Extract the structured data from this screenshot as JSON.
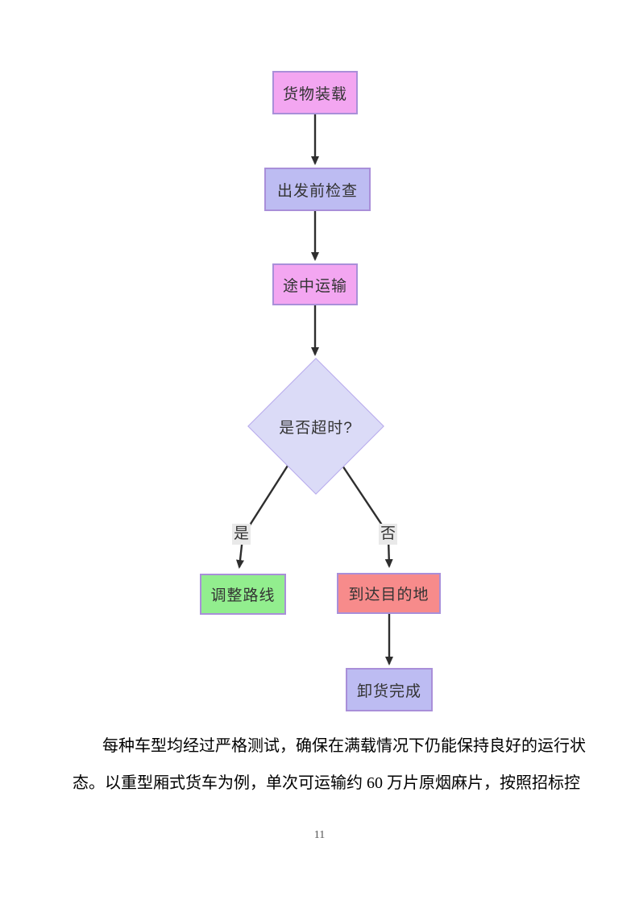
{
  "document": {
    "page_number": "11"
  },
  "flowchart": {
    "nodes": {
      "load": {
        "label": "货物装载",
        "fill": "#F3A6F1"
      },
      "check": {
        "label": "出发前检查",
        "fill": "#BDBCF2"
      },
      "transit": {
        "label": "途中运输",
        "fill": "#F3A6F1"
      },
      "decision": {
        "label": "是否超时?",
        "fill": "#DBDBF7"
      },
      "adjust": {
        "label": "调整路线",
        "fill": "#92EE8E"
      },
      "arrive": {
        "label": "到达目的地",
        "fill": "#F78B8B"
      },
      "unload": {
        "label": "卸货完成",
        "fill": "#BDBCF2"
      }
    },
    "edge_labels": {
      "yes": "是",
      "no": "否"
    },
    "colors": {
      "node_border": "#A98FD9",
      "decision_border": "#B6A8EC",
      "edge_line": "#2E2E2E",
      "edge_label_bg": "#E9E9E9",
      "node_text": "#333333"
    }
  },
  "paragraph": {
    "lines": [
      "每种车型均经过严格测试，确保在满载情况下仍能保持良好的运行状",
      "态。以重型厢式货车为例，单次可运输约 60 万片原烟麻片，按照招标控"
    ]
  }
}
